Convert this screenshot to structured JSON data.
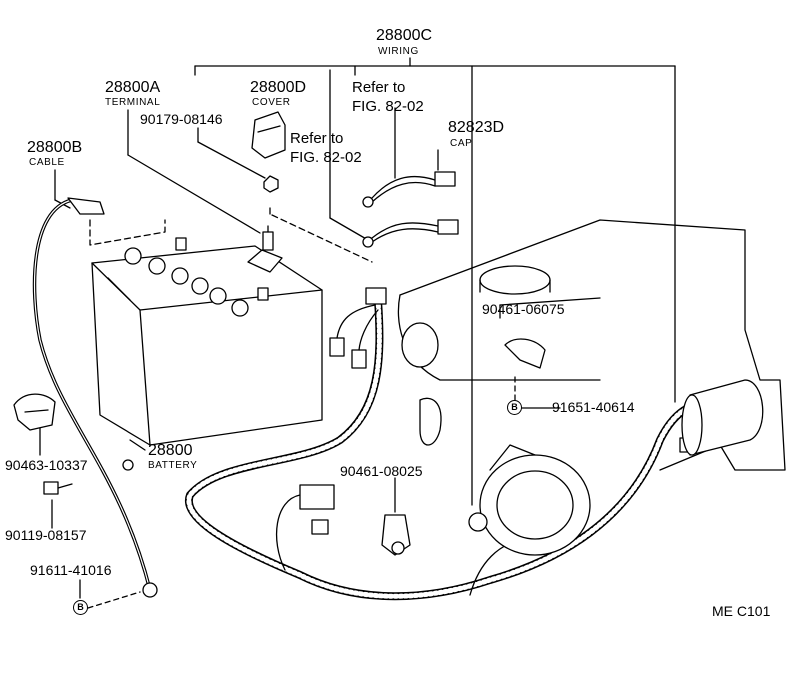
{
  "labels": {
    "wiring_pn": "28800C",
    "wiring_name": "WIRING",
    "terminal_pn": "28800A",
    "terminal_name": "TERMINAL",
    "cover_pn": "28800D",
    "cover_name": "COVER",
    "nut_pn": "90179-08146",
    "refer1_a": "Refer to",
    "refer1_b": "FIG. 82-02",
    "refer2_a": "Refer to",
    "refer2_b": "FIG. 82-02",
    "cap_pn": "82823D",
    "cap_name": "CAP",
    "cable_pn": "28800B",
    "cable_name": "CABLE",
    "clamp1_pn": "90461-06075",
    "bolt_b1_pn": "91651-40614",
    "battery_pn": "28800",
    "battery_name": "BATTERY",
    "bracket_pn": "90463-10337",
    "bolt_pn": "90119-08157",
    "clamp2_pn": "90461-08025",
    "bolt_b2_pn": "91611-41016",
    "code": "ME  C101"
  },
  "markers": {
    "b": "B"
  },
  "colors": {
    "line": "#000000",
    "background": "#ffffff"
  }
}
